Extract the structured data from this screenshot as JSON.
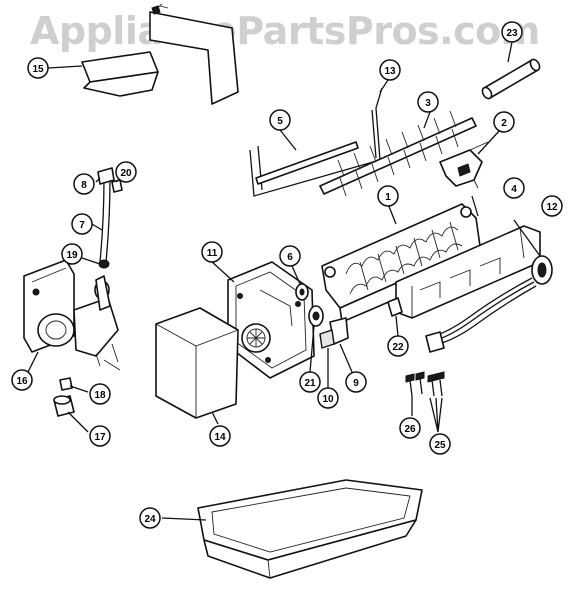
{
  "watermark": {
    "text": "AppliancePartsPros.com"
  },
  "callouts": [
    {
      "id": "c1",
      "label": "1"
    },
    {
      "id": "c2",
      "label": "2"
    },
    {
      "id": "c3",
      "label": "3"
    },
    {
      "id": "c4",
      "label": "4"
    },
    {
      "id": "c5",
      "label": "5"
    },
    {
      "id": "c6",
      "label": "6"
    },
    {
      "id": "c7",
      "label": "7"
    },
    {
      "id": "c8",
      "label": "8"
    },
    {
      "id": "c9",
      "label": "9"
    },
    {
      "id": "c10",
      "label": "10"
    },
    {
      "id": "c11",
      "label": "11"
    },
    {
      "id": "c12",
      "label": "12"
    },
    {
      "id": "c13",
      "label": "13"
    },
    {
      "id": "c14",
      "label": "14"
    },
    {
      "id": "c15",
      "label": "15"
    },
    {
      "id": "c16",
      "label": "16"
    },
    {
      "id": "c17",
      "label": "17"
    },
    {
      "id": "c18",
      "label": "18"
    },
    {
      "id": "c19",
      "label": "19"
    },
    {
      "id": "c20",
      "label": "20"
    },
    {
      "id": "c21",
      "label": "21"
    },
    {
      "id": "c22",
      "label": "22"
    },
    {
      "id": "c23",
      "label": "23"
    },
    {
      "id": "c24",
      "label": "24"
    },
    {
      "id": "c25",
      "label": "25"
    },
    {
      "id": "c26",
      "label": "26"
    }
  ]
}
